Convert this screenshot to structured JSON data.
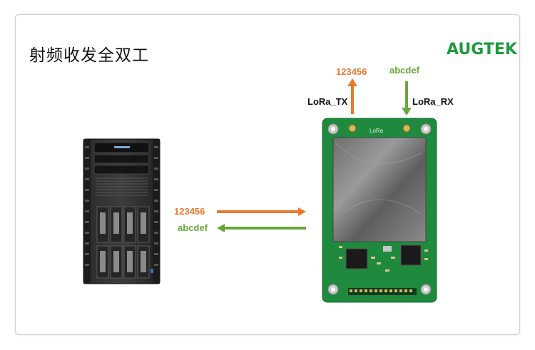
{
  "title": "射频收发全双工",
  "logo": {
    "part1": "AUG",
    "part2": "TEK"
  },
  "antenna_tx": {
    "name": "LoRa_TX",
    "data": "123456"
  },
  "antenna_rx": {
    "name": "LoRa_RX",
    "data": "abcdef"
  },
  "link_to_module": {
    "data": "123456",
    "color": "#e8792f"
  },
  "link_to_server": {
    "data": "abcdef",
    "color": "#6aa63a"
  },
  "module_chip_label": "LoRa"
}
